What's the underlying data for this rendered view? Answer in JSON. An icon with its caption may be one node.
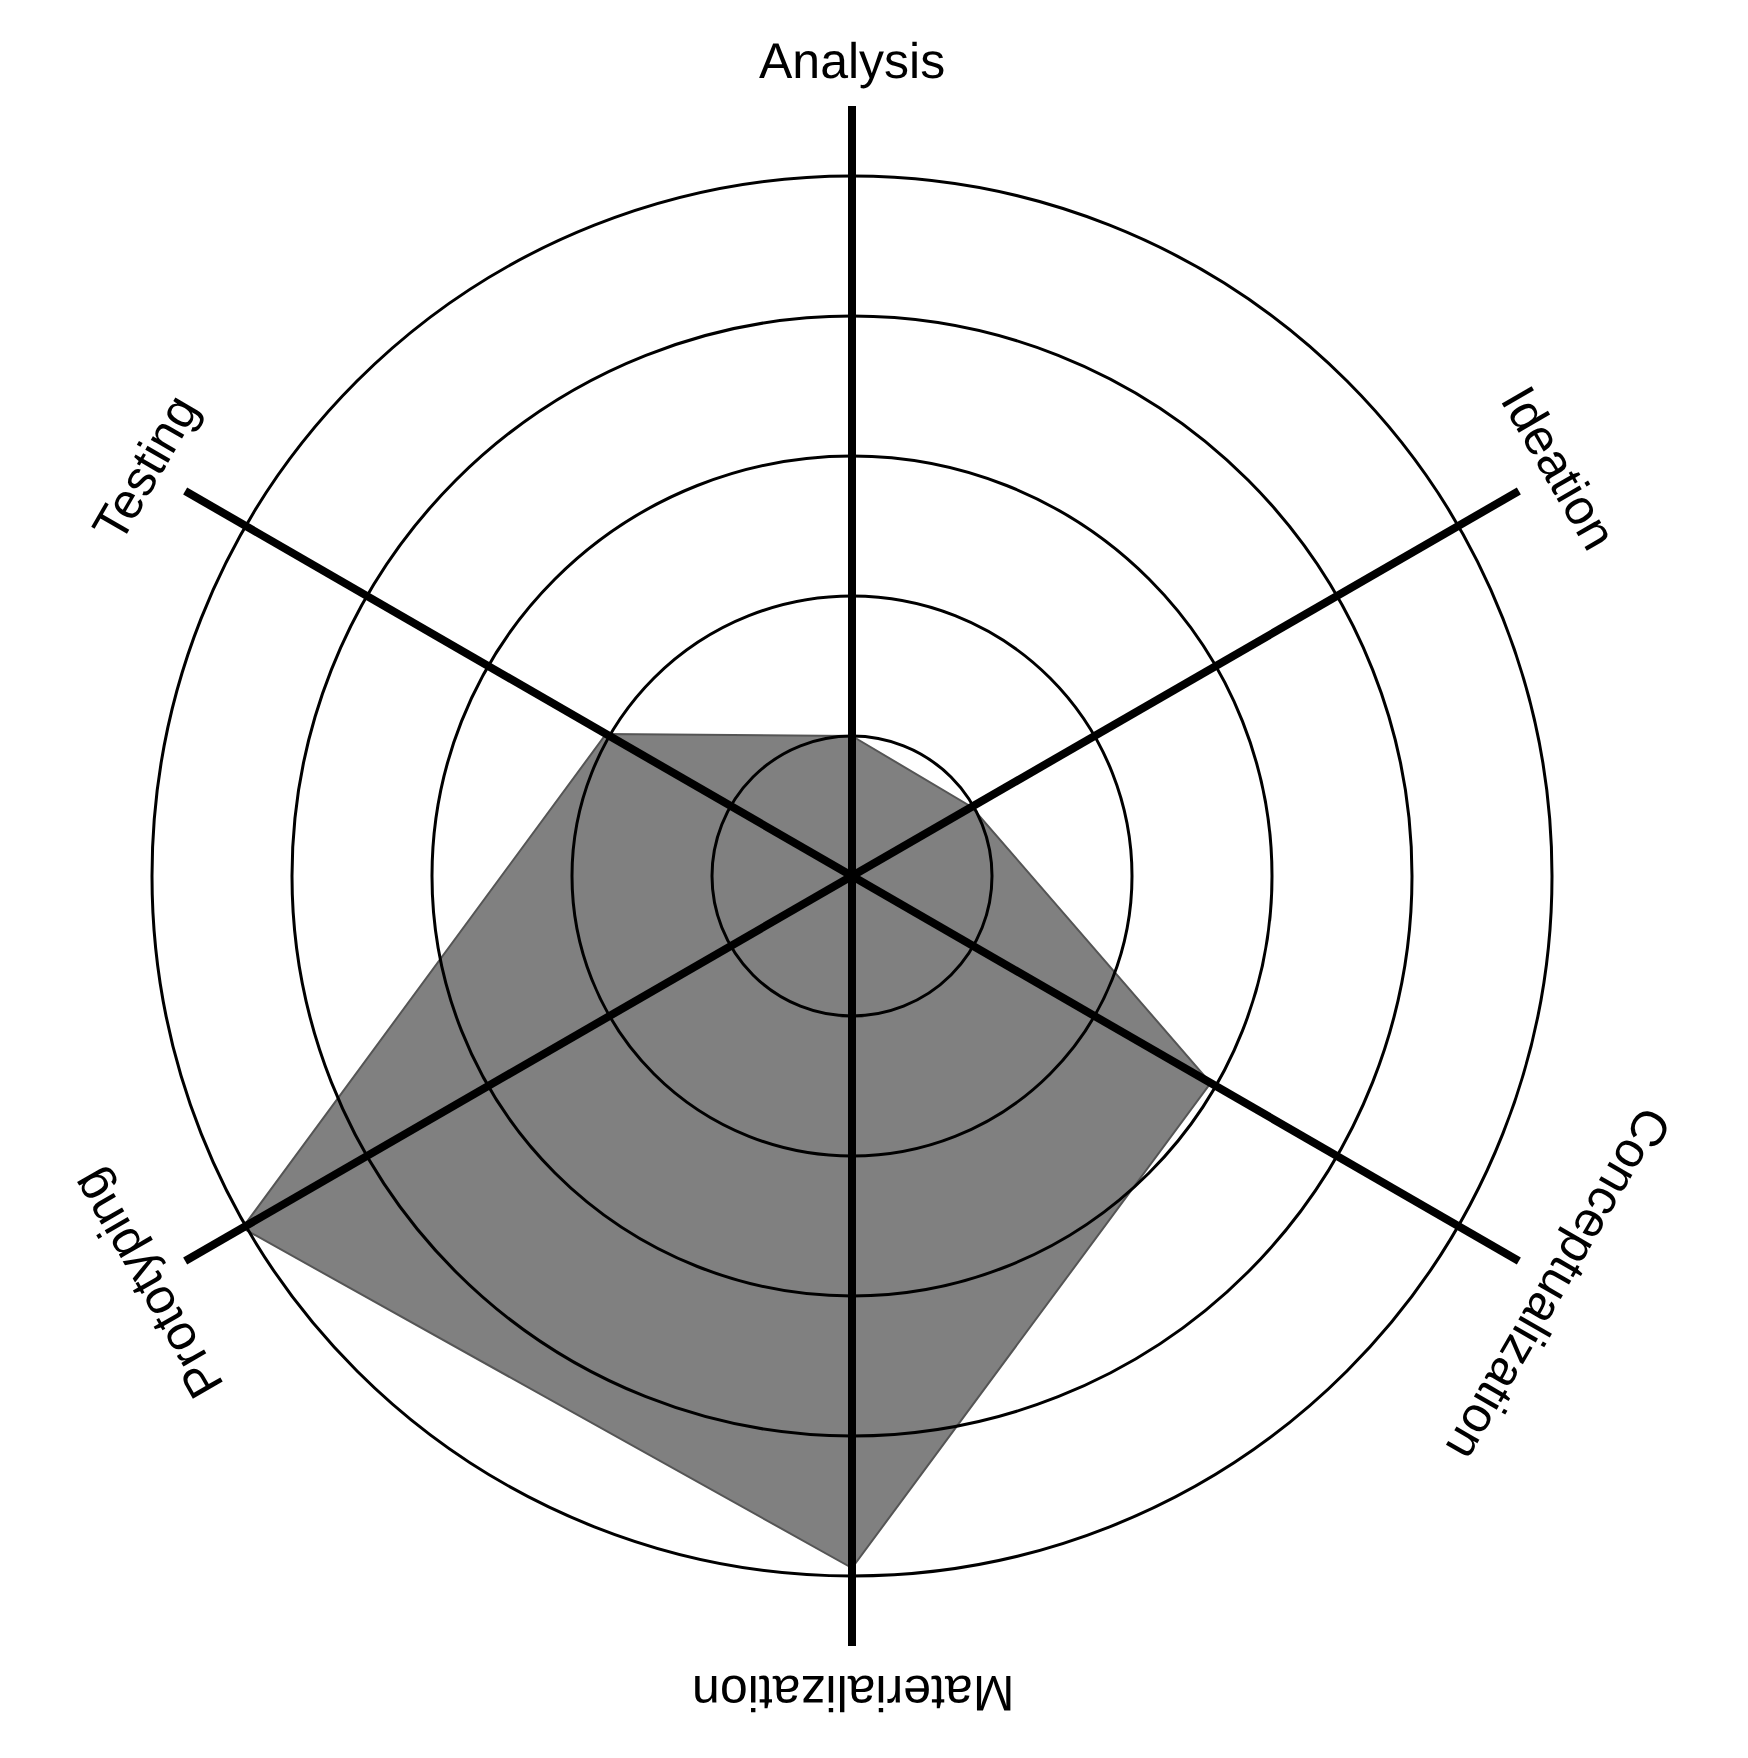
{
  "diagram": {
    "labels": [
      "Analysis",
      "Ideation",
      "Conceptualization",
      "Materialization",
      "Prototyping",
      "Testing"
    ]
  }
}
